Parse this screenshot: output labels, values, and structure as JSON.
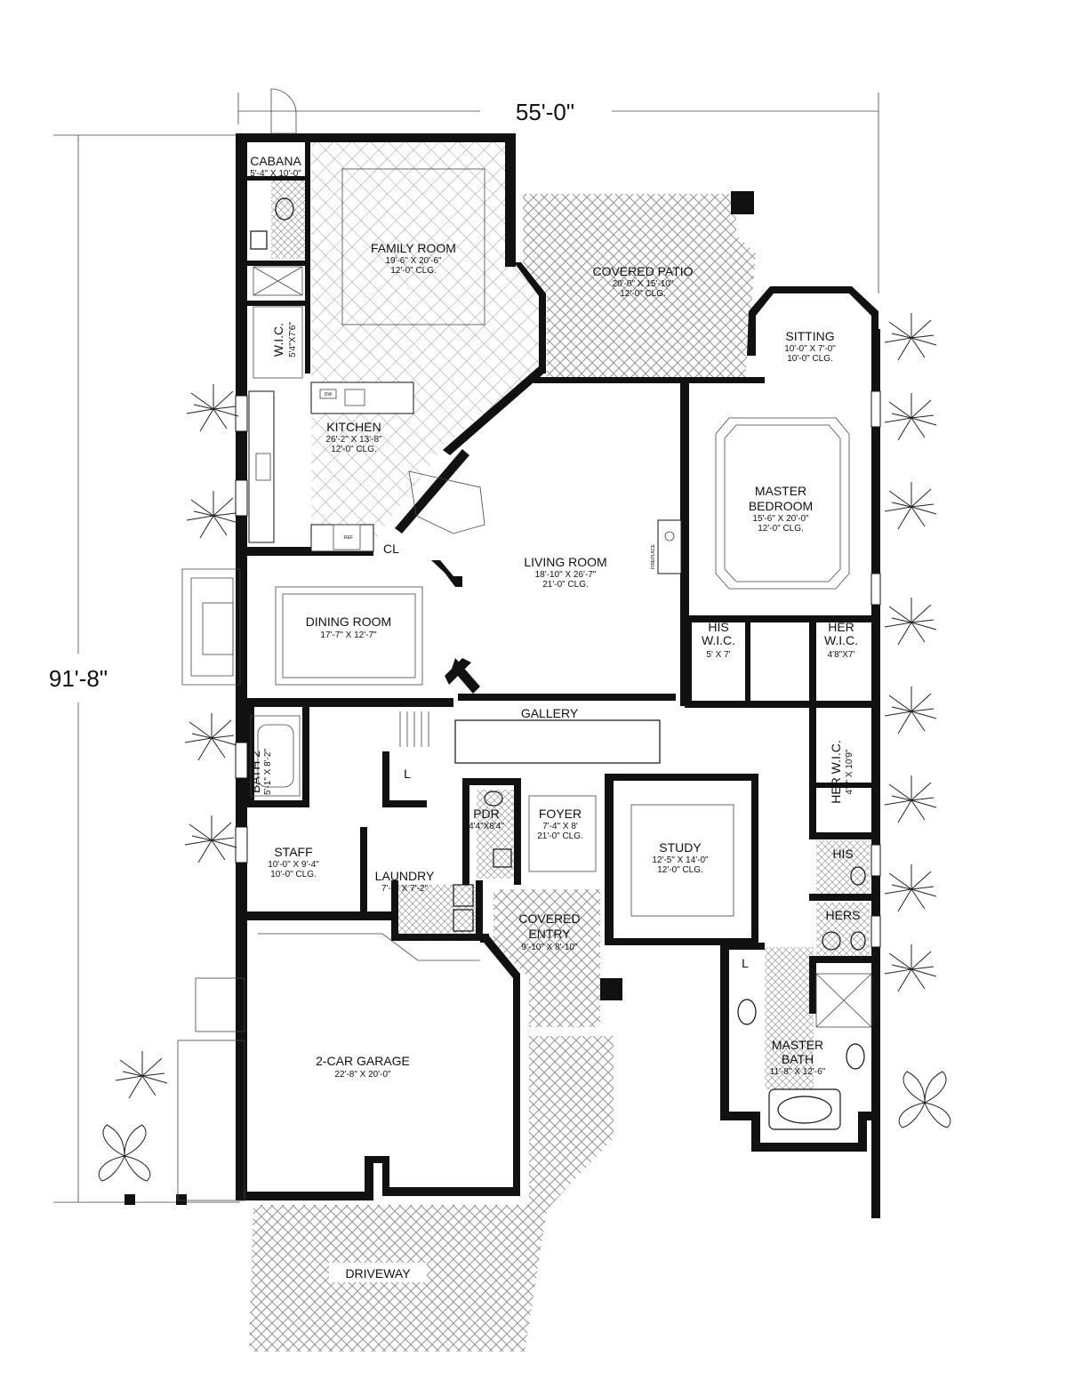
{
  "plan": {
    "dimensions": {
      "width": "55'-0\"",
      "depth": "91'-8\""
    },
    "rooms": [
      {
        "key": "cabana",
        "name": "CABANA",
        "size": "5'-4\" X 10'-0\""
      },
      {
        "key": "family",
        "name": "FAMILY ROOM",
        "size": "19'-6\" X 20'-6\"",
        "ceiling": "12'-0\" CLG."
      },
      {
        "key": "patio",
        "name": "COVERED PATIO",
        "size": "20'-0\" X 15'-10\"",
        "ceiling": "12'-0\" CLG."
      },
      {
        "key": "sitting",
        "name": "SITTING",
        "size": "10'-0\" X 7'-0\"",
        "ceiling": "10'-0\" CLG."
      },
      {
        "key": "wic",
        "name": "W.I.C.",
        "size": "5'4\"X7'6\""
      },
      {
        "key": "kitchen",
        "name": "KITCHEN",
        "size": "26'-2\" X 13'-8\"",
        "ceiling": "12'-0\" CLG."
      },
      {
        "key": "master_bed",
        "name_line1": "MASTER",
        "name_line2": "BEDROOM",
        "size": "15'-6\" X 20'-0\"",
        "ceiling": "12'-0\" CLG."
      },
      {
        "key": "living",
        "name": "LIVING ROOM",
        "size": "18'-10\" X 26'-7\"",
        "ceiling": "21'-0\" CLG."
      },
      {
        "key": "dining",
        "name": "DINING ROOM",
        "size": "17'-7\" X 12'-7\""
      },
      {
        "key": "his_wic",
        "name_line1": "HIS",
        "name_line2": "W.I.C.",
        "size": "5' X 7'"
      },
      {
        "key": "her_wic",
        "name_line1": "HER",
        "name_line2": "W.I.C.",
        "size": "4'8\"X7'"
      },
      {
        "key": "gallery",
        "name": "GALLERY"
      },
      {
        "key": "bath2",
        "name": "BATH 2",
        "size": "5'-1\" X 8'-2\""
      },
      {
        "key": "her_wic2",
        "name": "HER W.I.C.",
        "size": "4'8\" X 10'9\""
      },
      {
        "key": "pdr",
        "name": "PDR",
        "size": "4'4\"X8'4\""
      },
      {
        "key": "foyer",
        "name": "FOYER",
        "size": "7'-4\" X 8'",
        "ceiling": "21'-0\" CLG."
      },
      {
        "key": "study",
        "name": "STUDY",
        "size": "12'-5\" X 14'-0\"",
        "ceiling": "12'-0\" CLG."
      },
      {
        "key": "staff",
        "name": "STAFF",
        "size": "10'-0\" X 9'-4\"",
        "ceiling": "10'-0\" CLG."
      },
      {
        "key": "laundry",
        "name": "LAUNDRY",
        "size": "7'-5\" X 7'-2\""
      },
      {
        "key": "his",
        "name": "HIS"
      },
      {
        "key": "hers",
        "name": "HERS"
      },
      {
        "key": "entry",
        "name_line1": "COVERED",
        "name_line2": "ENTRY",
        "size": "9'-10\" X 8'-10\""
      },
      {
        "key": "garage",
        "name": "2-CAR GARAGE",
        "size": "22'-8\" X 20'-0\""
      },
      {
        "key": "master_bath",
        "name_line1": "MASTER",
        "name_line2": "BATH",
        "size": "11'-8\" X 12'-6\""
      },
      {
        "key": "driveway",
        "name": "DRIVEWAY"
      }
    ],
    "tags": {
      "closet": "CL",
      "linen_1": "L",
      "linen_2": "L",
      "fireplace": "FIREPLACE",
      "refrigerator": "REF",
      "dishwasher": "DW"
    }
  }
}
